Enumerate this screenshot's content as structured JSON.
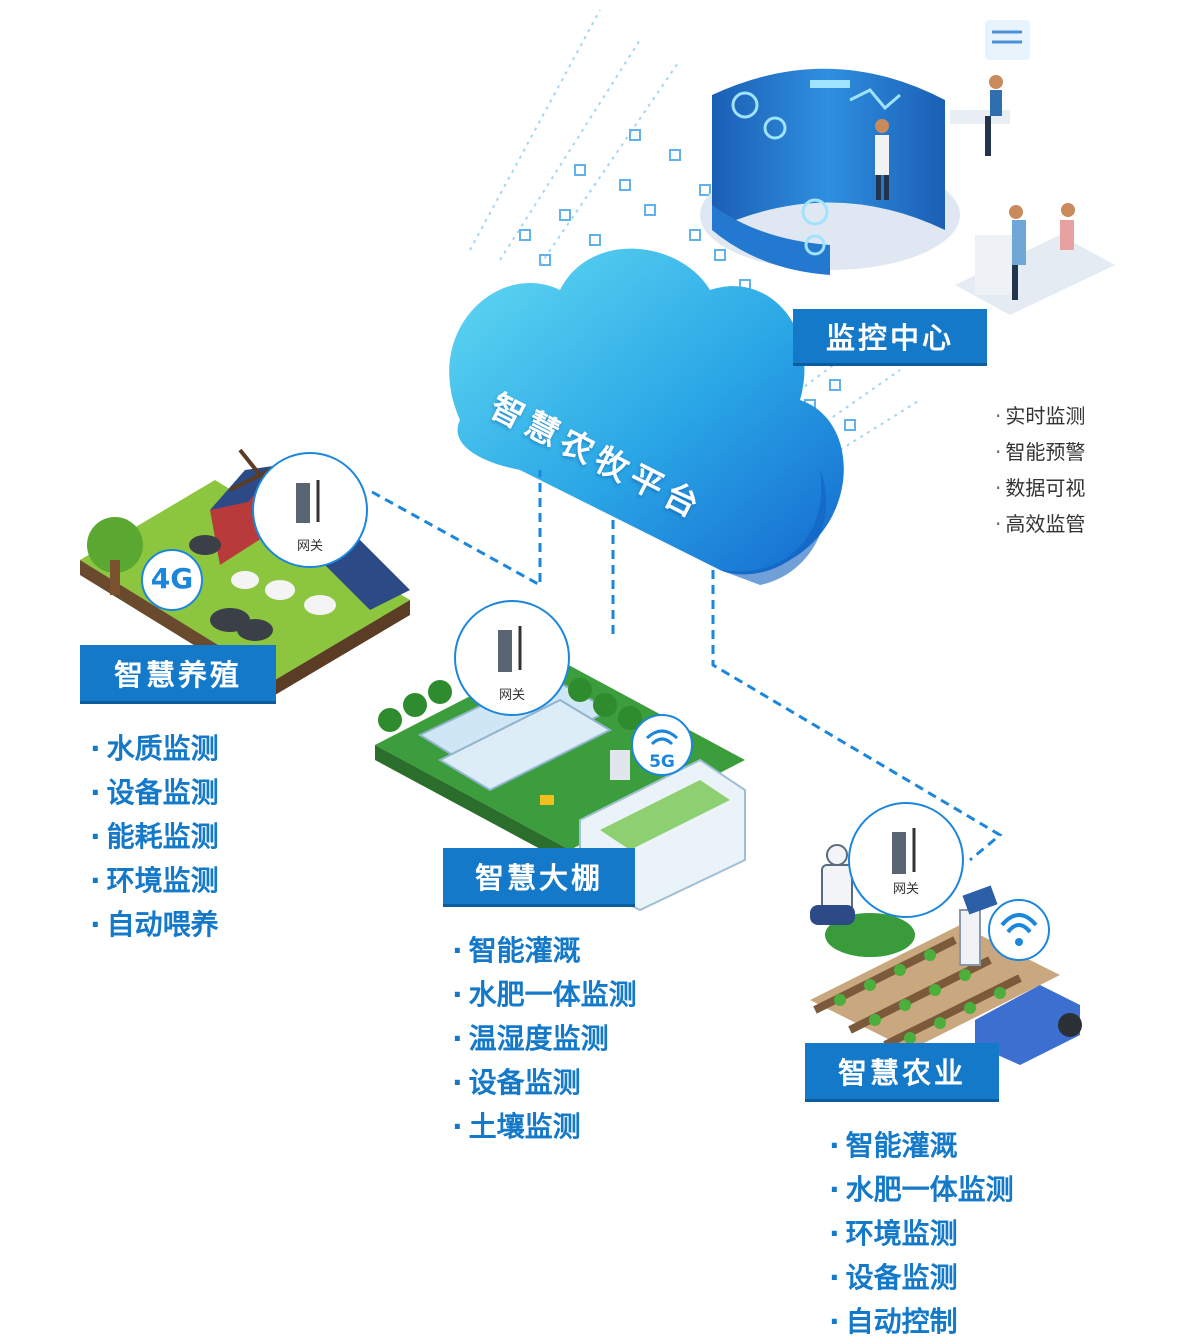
{
  "platform": {
    "title": "智慧农牧平台"
  },
  "monitor_center": {
    "label": "监控中心",
    "features": [
      "实时监测",
      "智能预警",
      "数据可视",
      "高效监管"
    ]
  },
  "gateway_label": "网关",
  "nodes": {
    "breeding": {
      "label": "智慧养殖",
      "network": "4G",
      "features": [
        "水质监测",
        "设备监测",
        "能耗监测",
        "环境监测",
        "自动喂养"
      ]
    },
    "greenhouse": {
      "label": "智慧大棚",
      "network": "5G",
      "features": [
        "智能灌溉",
        "水肥一体监测",
        "温湿度监测",
        "设备监测",
        "土壤监测"
      ]
    },
    "agriculture": {
      "label": "智慧农业",
      "network": "wifi",
      "features": [
        "智能灌溉",
        "水肥一体监测",
        "环境监测",
        "设备监测",
        "自动控制"
      ]
    }
  },
  "colors": {
    "accent": "#1479c8",
    "cloud_light": "#5fd4f0",
    "cloud_dark": "#1a7fd6",
    "line": "#1b86dc"
  }
}
